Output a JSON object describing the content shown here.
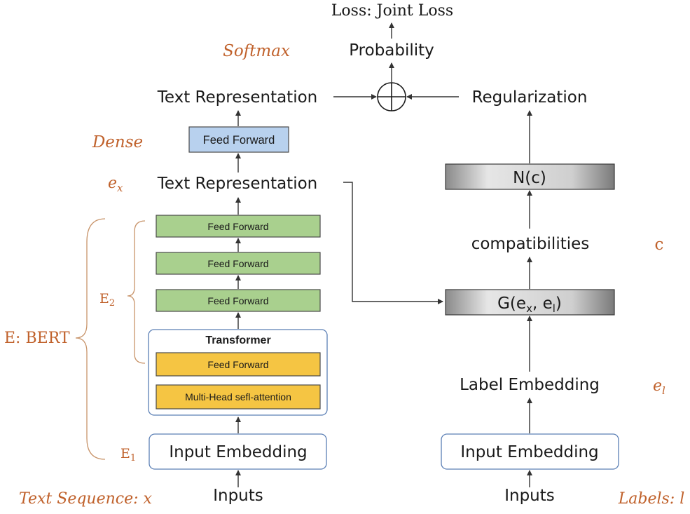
{
  "colors": {
    "annotation": "#c0612b",
    "feed_forward_blue": "#b8d1ee",
    "feed_forward_green": "#a9d08e",
    "feed_forward_yellow": "#f5c543",
    "gray_box": "#bdbdbd",
    "box_border_blue": "#5b7fb5"
  },
  "top": {
    "loss": "Loss: Joint Loss",
    "probability": "Probability",
    "softmax": "Softmax",
    "combine_symbol": "circle-plus-icon"
  },
  "left": {
    "text_repr_top": "Text Representation",
    "dense": "Dense",
    "ff_dense": "Feed Forward",
    "e_x": "e",
    "e_x_sub": "x",
    "text_repr_mid": "Text Representation",
    "ff_green_1": "Feed Forward",
    "ff_green_2": "Feed Forward",
    "ff_green_3": "Feed Forward",
    "e2": "E",
    "e2_sub": "2",
    "e_bert": "E: BERT",
    "transformer_title": "Transformer",
    "ff_yellow": "Feed Forward",
    "mhsa": "Multi-Head sefl-attention",
    "e1": "E",
    "e1_sub": "1",
    "input_embedding": "Input Embedding",
    "inputs": "Inputs",
    "text_sequence": "Text Sequence: x"
  },
  "right": {
    "regularization": "Regularization",
    "n_c": "N(c)",
    "compatibilities": "compatibilities",
    "c": "c",
    "g_box": "G(e",
    "g_sub_x": "x",
    "g_mid": ", e",
    "g_sub_l": "l",
    "g_end": ")",
    "label_embedding": "Label Embedding",
    "e_l": "e",
    "e_l_sub": "l",
    "input_embedding": "Input Embedding",
    "inputs": "Inputs",
    "labels": "Labels: l"
  }
}
